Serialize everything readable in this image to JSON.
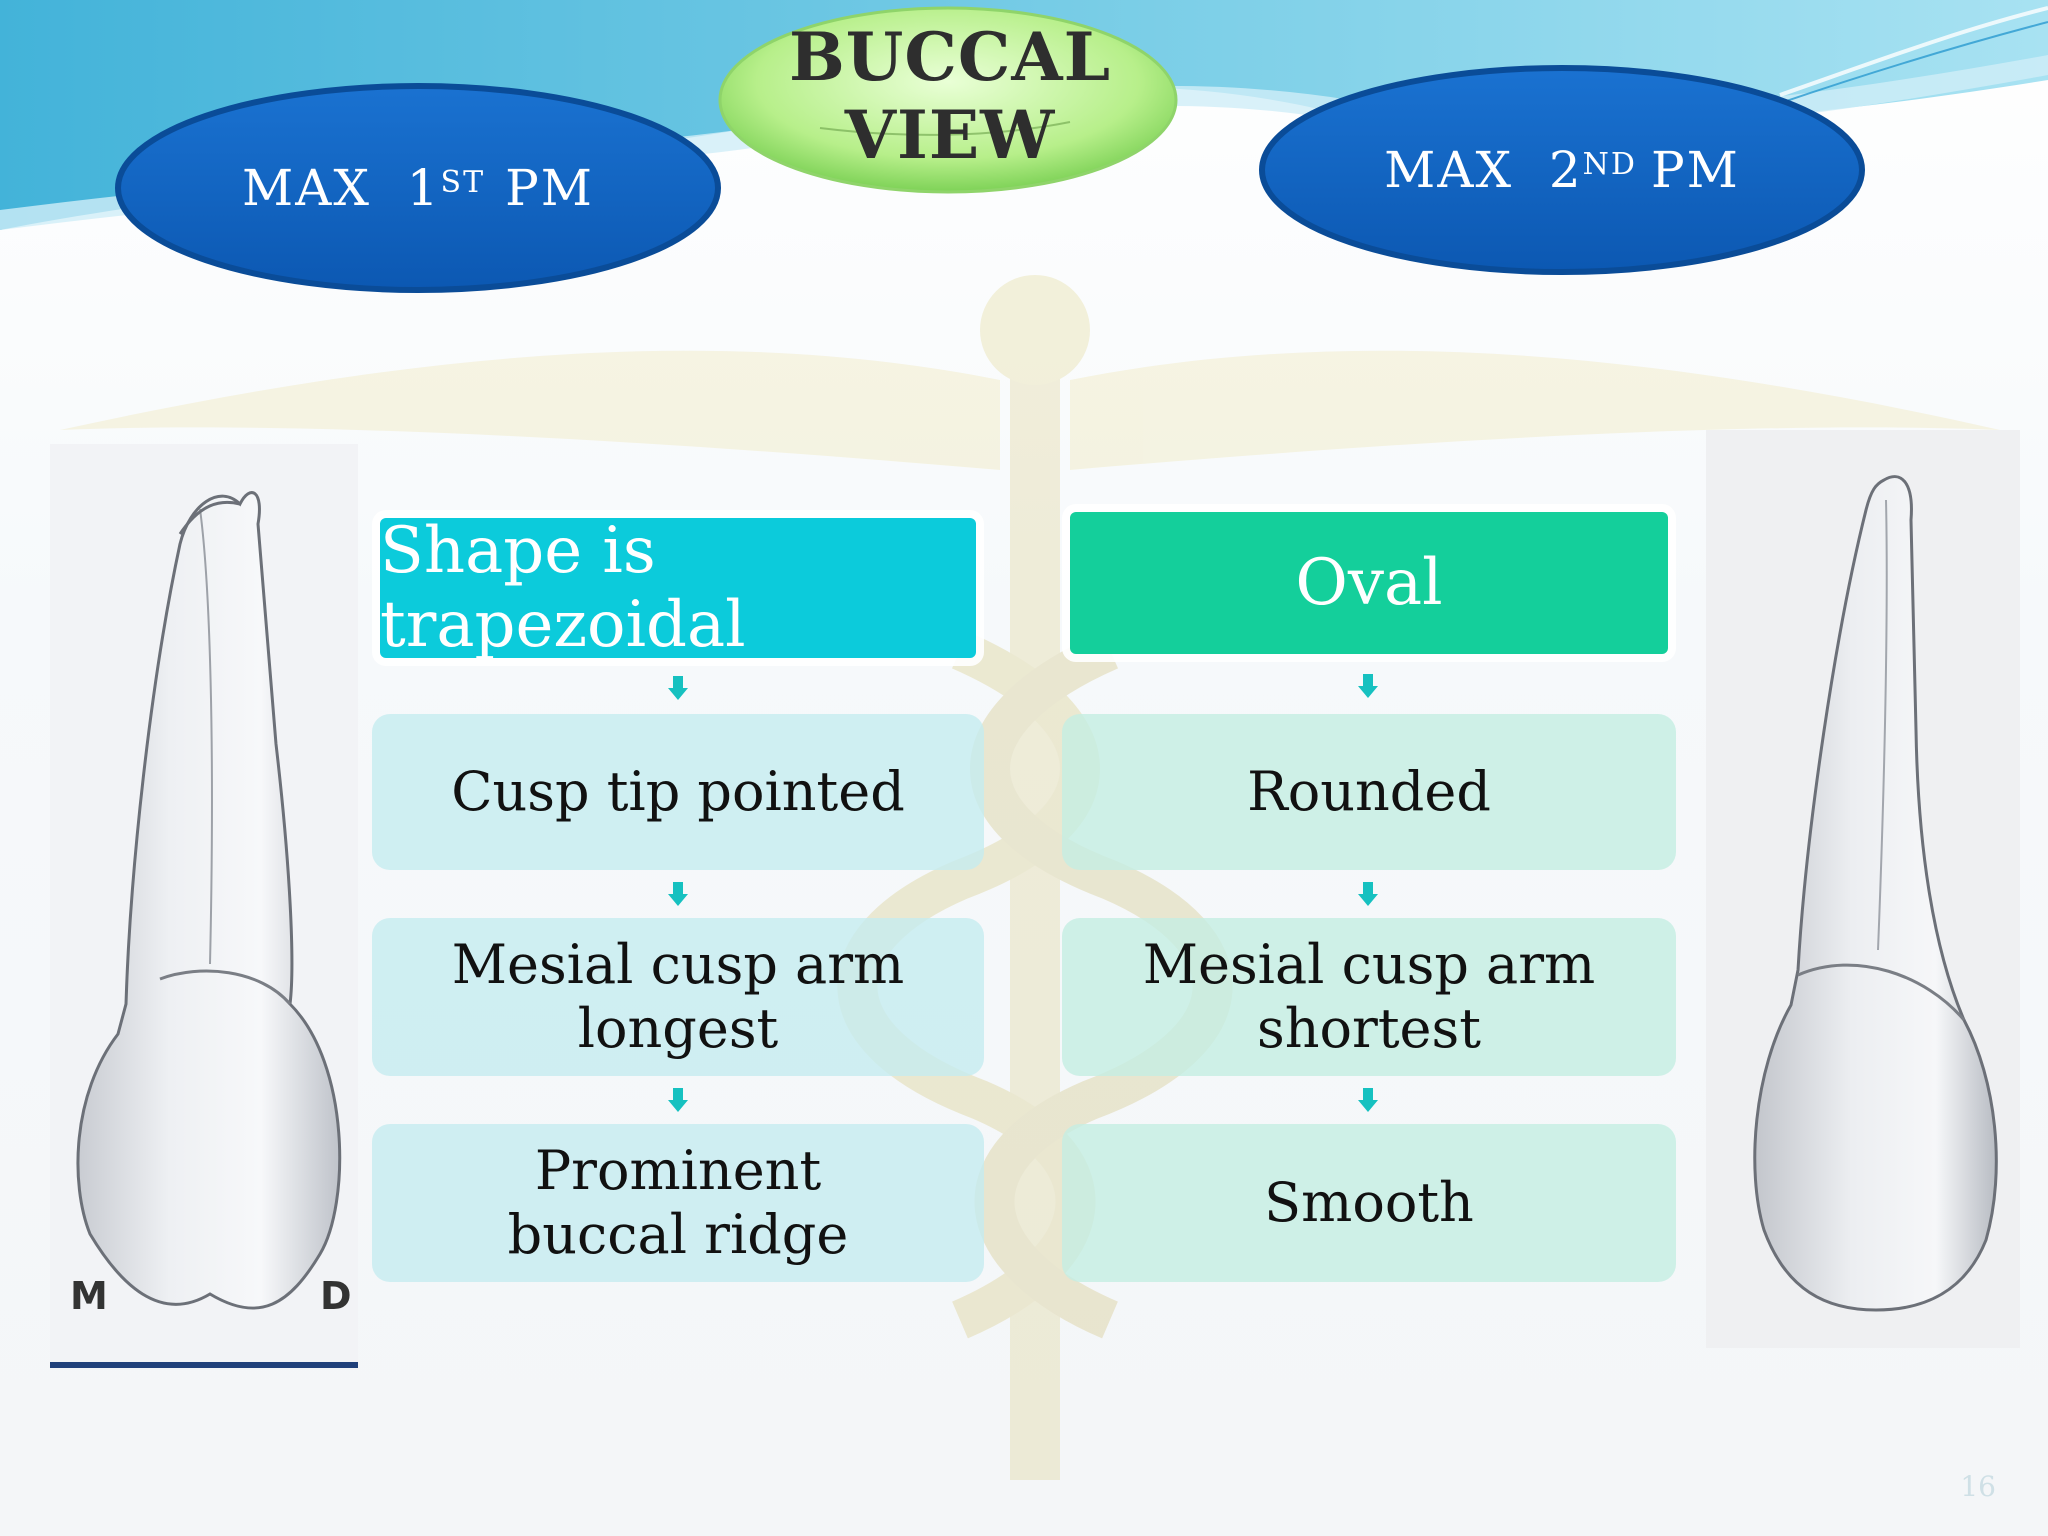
{
  "slide": {
    "title_line1": "BUCCAL",
    "title_line2": "VIEW",
    "page_number": "16"
  },
  "left_tooth": {
    "label_prefix": "MAX  1",
    "label_sup": "ST",
    "label_suffix": "PM",
    "image_marker_m": "M",
    "image_marker_d": "D",
    "heading": "Shape is trapezoidal",
    "items": [
      "Cusp tip pointed",
      "Mesial cusp arm longest",
      "Prominent buccal ridge"
    ]
  },
  "right_tooth": {
    "label_prefix": "MAX  2",
    "label_sup": "ND",
    "label_suffix": "PM",
    "heading": "Oval",
    "items": [
      "Rounded",
      "Mesial cusp arm shortest",
      "Smooth"
    ]
  },
  "colors": {
    "ellipse_fill": "#0d63c3",
    "left_heading": "#0ccbdb",
    "right_heading": "#14cf9b",
    "arrow": "#16c1c0"
  },
  "icons": [
    "caduceus-watermark",
    "tooth-illustration",
    "arrow-down-icon"
  ]
}
